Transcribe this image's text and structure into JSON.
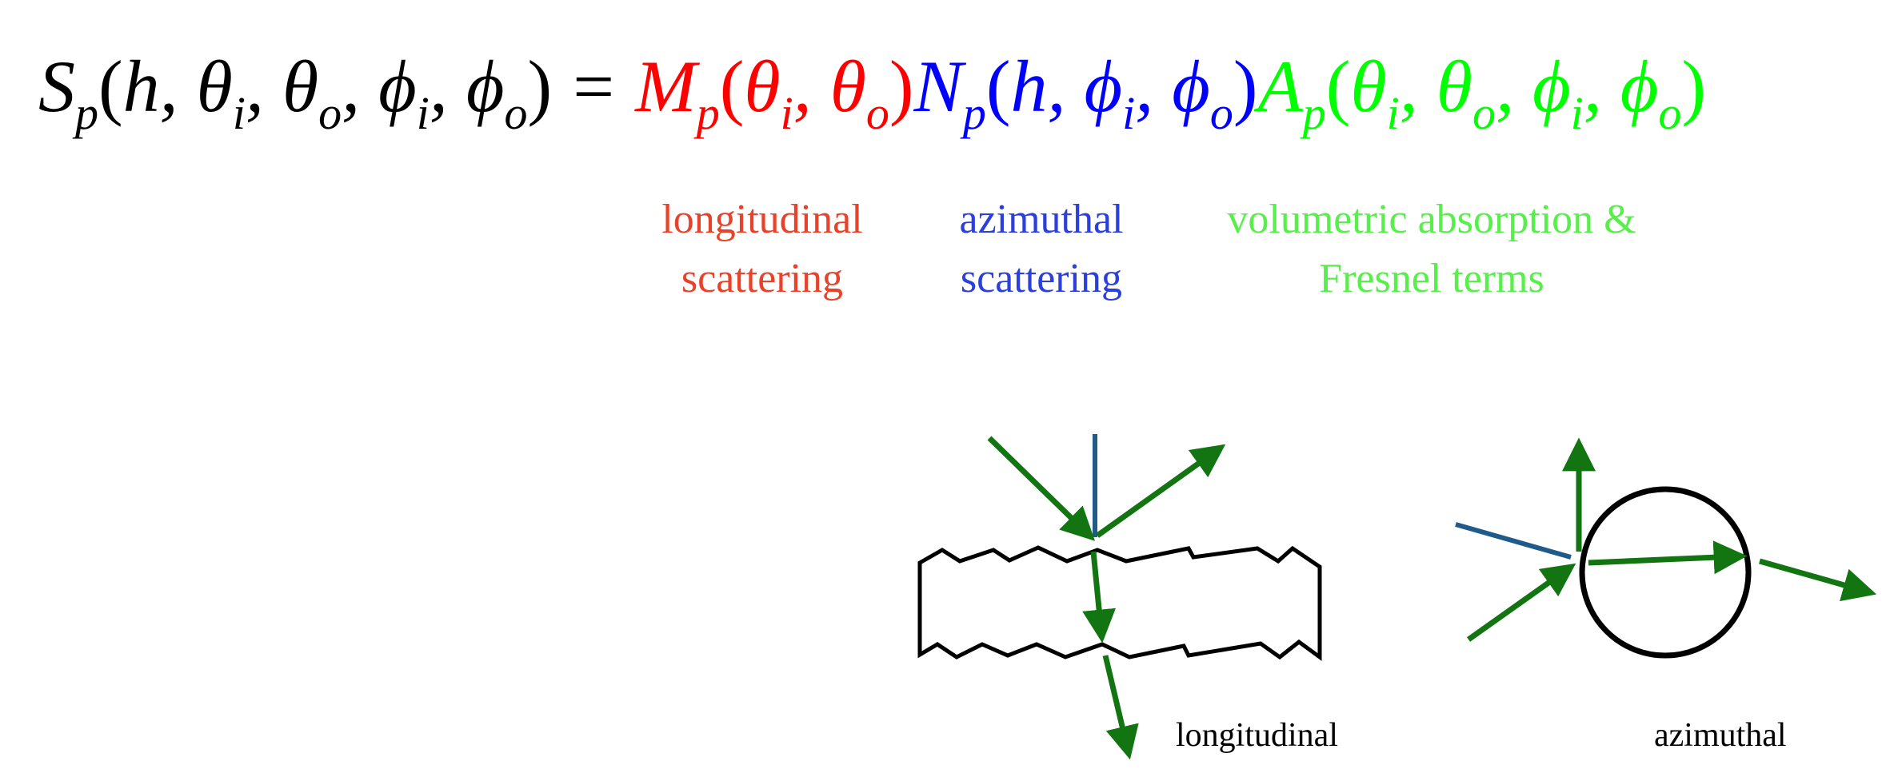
{
  "equation": {
    "lhs_symbol": "S",
    "lhs_sub": "p",
    "lhs_args": [
      "h",
      "θ",
      "θ",
      "ϕ",
      "ϕ"
    ],
    "lhs_arg_subs": [
      "",
      "i",
      "o",
      "i",
      "o"
    ],
    "equals": "=",
    "m_term": {
      "symbol": "M",
      "sub": "p",
      "args": [
        "θ",
        "θ"
      ],
      "arg_subs": [
        "i",
        "o"
      ]
    },
    "n_term": {
      "symbol": "N",
      "sub": "p",
      "args": [
        "h",
        "ϕ",
        "ϕ"
      ],
      "arg_subs": [
        "",
        "i",
        "o"
      ]
    },
    "a_term": {
      "symbol": "A",
      "sub": "p",
      "args": [
        "θ",
        "θ",
        "ϕ",
        "ϕ"
      ],
      "arg_subs": [
        "i",
        "o",
        "i",
        "o"
      ]
    }
  },
  "term_labels": {
    "longitudinal_line1": "longitudinal",
    "longitudinal_line2": "scattering",
    "azimuthal_line1": "azimuthal",
    "azimuthal_line2": "scattering",
    "absorption_line1": "volumetric absorption &",
    "absorption_line2": "Fresnel terms"
  },
  "captions": {
    "longitudinal": "longitudinal",
    "azimuthal": "azimuthal"
  },
  "colors": {
    "m_term": "#ff0000",
    "n_term": "#0000ff",
    "a_term": "#00ff00",
    "longitudinal_label": "#e8432a",
    "azimuthal_label": "#2b3fdc",
    "absorption_label": "#57ef4a",
    "arrow_green": "#127512",
    "normal_line_blue": "#1f5a8a",
    "outline": "#000000"
  }
}
